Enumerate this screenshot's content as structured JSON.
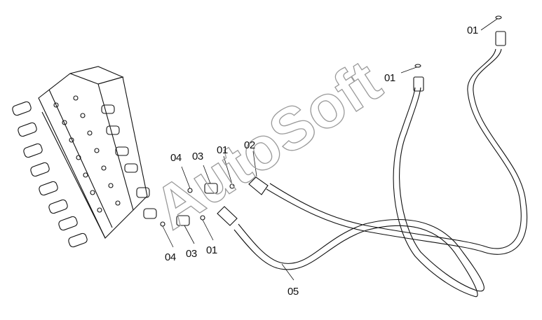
{
  "diagram": {
    "watermark": "AutoSoft",
    "callouts": [
      {
        "id": "c01-top",
        "text": "01"
      },
      {
        "id": "c01-mid",
        "text": "01"
      },
      {
        "id": "c04-a",
        "text": "04"
      },
      {
        "id": "c03-a",
        "text": "03"
      },
      {
        "id": "c01-a",
        "text": "01"
      },
      {
        "id": "c02",
        "text": "02"
      },
      {
        "id": "c04-b",
        "text": "04"
      },
      {
        "id": "c03-b",
        "text": "03"
      },
      {
        "id": "c01-b",
        "text": "01"
      },
      {
        "id": "c05",
        "text": "05"
      }
    ]
  }
}
